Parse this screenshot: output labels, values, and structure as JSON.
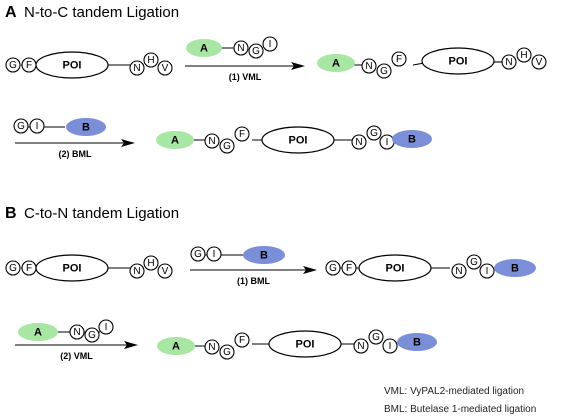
{
  "panels": [
    {
      "letter": "A",
      "title": "N-to-C tandem Ligation"
    },
    {
      "letter": "B",
      "title": "C-to-N tandem Ligation"
    }
  ],
  "labels": {
    "poi": "POI",
    "tag_a": "A",
    "tag_b": "B",
    "step_vml_1": "(1) VML",
    "step_bml_2": "(2) BML",
    "step_bml_1": "(1) BML",
    "step_vml_2": "(2) VML"
  },
  "residues": {
    "G": "G",
    "F": "F",
    "N": "N",
    "H": "H",
    "V": "V",
    "I": "I"
  },
  "legend": [
    "VML: VyPAL2-mediated ligation",
    "BML: Butelase 1-mediated ligation"
  ],
  "colors": {
    "tag_a": "#a8e6a4",
    "tag_b": "#7b8fd8"
  }
}
